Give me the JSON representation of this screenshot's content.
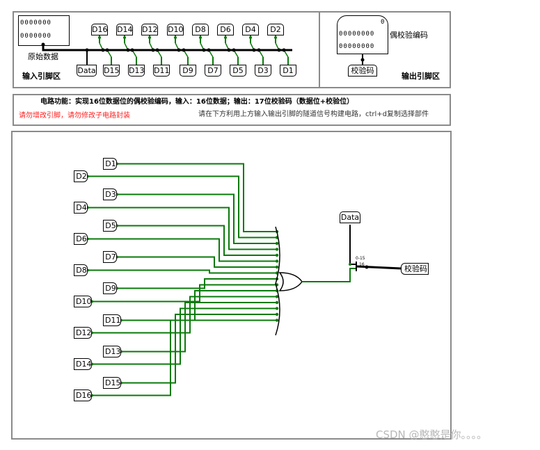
{
  "colors": {
    "wire": "#0a7a0a",
    "bus": "#000000",
    "panel_border": "#8a8a8a",
    "warning": "#ff2020",
    "watermark": "#b8b8b8"
  },
  "top": {
    "input_area_label": "输入引脚区",
    "output_area_label": "输出引脚区",
    "raw_data_label": "原始数据",
    "parity_label": "偶校验编码",
    "raw_bits": [
      "0000000",
      "0000000"
    ],
    "out_bits": [
      "0",
      "00000000",
      "00000000"
    ],
    "data_pin": "Data",
    "check_pin": "校验码",
    "top_pins": [
      "D16",
      "D14",
      "D12",
      "D10",
      "D8",
      "D6",
      "D4",
      "D2"
    ],
    "bottom_pins": [
      "D15",
      "D13",
      "D11",
      "D9",
      "D7",
      "D5",
      "D3",
      "D1"
    ]
  },
  "info": {
    "function_prefix": "电路功能：实现",
    "function_text": "16位数据位的偶校验编码，输入：16位数据；输出：17位校验码（数据位+校验位）",
    "warning": "请勿增改引脚，请勿修改子电路封装",
    "hint": "请在下方利用上方输入输出引脚的隧道信号构建电路，ctrl+d复制选择部件"
  },
  "circuit": {
    "left_pins": [
      "D1",
      "D2",
      "D3",
      "D4",
      "D5",
      "D6",
      "D7",
      "D8",
      "D9",
      "D10",
      "D11",
      "D12",
      "D13",
      "D14",
      "D15",
      "D16"
    ],
    "data_tunnel": "Data",
    "output_tunnel": "校验码",
    "splitter_label_a": "0-15",
    "splitter_label_b": "16"
  },
  "watermark": "CSDN @憨憨是你。。。。"
}
